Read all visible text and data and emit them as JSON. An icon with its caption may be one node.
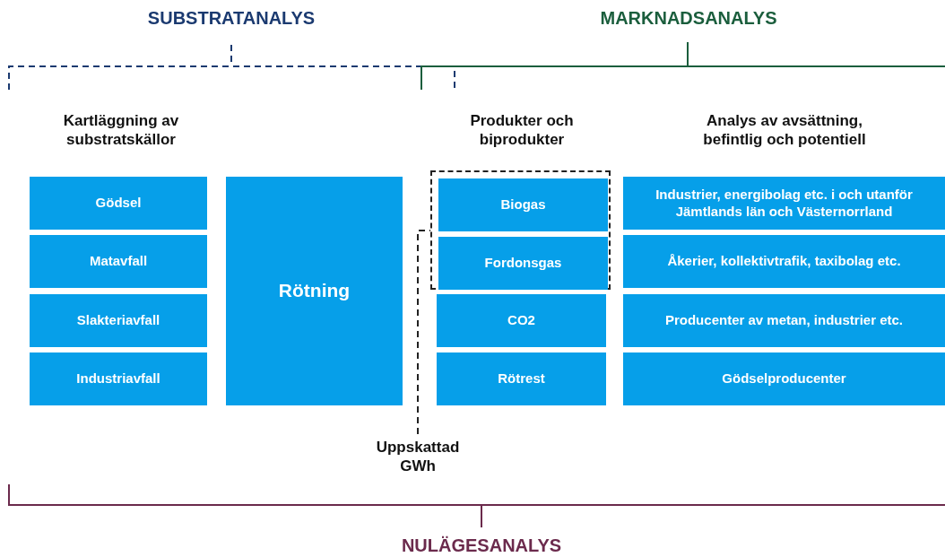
{
  "diagram": {
    "nodes": [
      {
        "text": [
          "Gödsel"
        ]
      },
      {
        "text": [
          "Matavfall"
        ]
      },
      {
        "text": [
          "Slakteriavfall"
        ]
      },
      {
        "text": [
          "Industriavfall"
        ]
      },
      {
        "text": [
          "Rötning"
        ]
      },
      {
        "text": [],
        "shape": "box"
      },
      {
        "text": [
          "Biogas"
        ],
        "in": 5
      },
      {
        "text": [
          "Fordonsgas"
        ],
        "in": 5
      },
      {
        "text": [
          "CO2"
        ]
      },
      {
        "text": [
          "Rötrest"
        ]
      },
      {
        "text": [
          "Industrier, energibolag etc. i och utanför Jämtlands län och  Västernorrland"
        ]
      },
      {
        "text": [
          "Åkerier, kollektivtrafik,  taxibolag etc."
        ]
      },
      {
        "text": [
          "Producenter av metan, industrier etc."
        ]
      },
      {
        "text": [
          "Gödselproducenter"
        ]
      },
      {
        "text": [
          "Uppskattad GWh"
        ]
      }
    ],
    "edges": [
      {
        "from": 14,
        "to": 5,
        "arrow": "none",
        "style": "dashed"
      }
    ],
    "labels": [
      "SUBSTRATANALYS",
      "MARKNADSANALYS",
      "Kartläggning av substratskällor",
      "Produkter och biprodukter",
      "Analys av avsättning, befintlig och potentiell",
      "NULÄGESANALYS"
    ]
  }
}
